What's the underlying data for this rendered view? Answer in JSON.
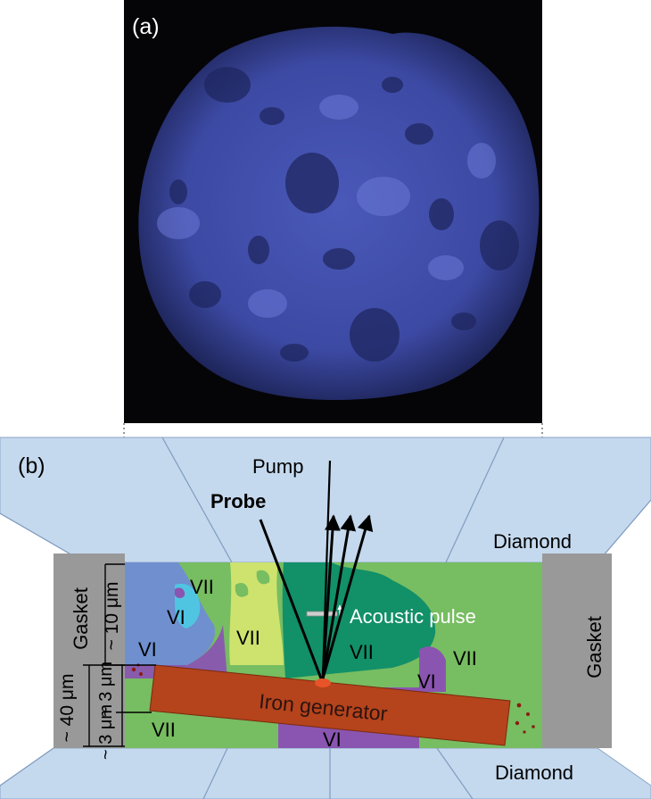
{
  "panel_a": {
    "label": "(a)",
    "image_subject": "blue-fluorescence-micrograph-ice-sample"
  },
  "panel_b": {
    "label": "(b)",
    "beams": {
      "pump": "Pump",
      "probe": "Probe"
    },
    "anvils": {
      "top": "Diamond",
      "bottom": "Diamond"
    },
    "gaskets": {
      "left": "Gasket",
      "right": "Gasket"
    },
    "dimensions": {
      "total": "~ 40 μm",
      "top_layer": "~ 10 μm",
      "middle_layer": "~ 3 μm",
      "bottom_layer": "~ 3 μm"
    },
    "generator_label": "Iron generator",
    "acoustic_label": "Acoustic pulse",
    "phases": {
      "vi": "VI",
      "vii": "VII"
    },
    "colors": {
      "diamond": "#c5d9ee",
      "gasket": "#999999",
      "phase_vii_light": "#77bd61",
      "phase_vii_dark": "#129068",
      "phase_vii_yellow": "#cde36e",
      "phase_vi_purple": "#8a55b0",
      "phase_vi_blue": "#6f8fcf",
      "phase_vi_cyan": "#4fc5e2",
      "generator": "#b5431c"
    }
  }
}
